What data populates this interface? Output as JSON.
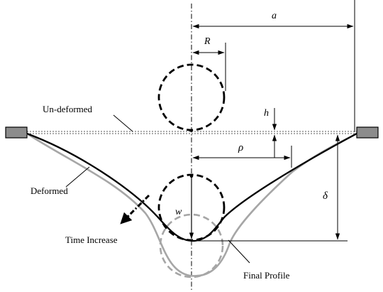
{
  "labels": {
    "a": "a",
    "R": "R",
    "h": "h",
    "rho": "ρ",
    "delta": "δ",
    "w": "w",
    "undeformed": "Un-deformed",
    "deformed": "Deformed",
    "time_increase": "Time Increase",
    "final_profile": "Final Profile"
  },
  "colors": {
    "ink": "#000000",
    "final_profile_curve": "#a6a6a6",
    "clamp_fill": "#8c8c8c"
  }
}
